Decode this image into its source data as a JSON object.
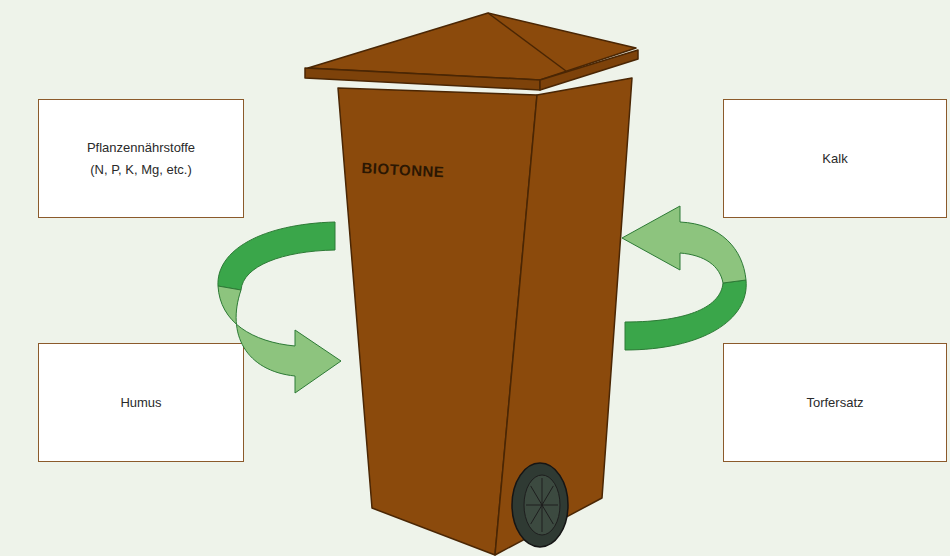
{
  "diagram": {
    "nodes": [
      {
        "text": [
          "Pflanzennährstoffe (N, P, K, Mg, etc.)"
        ]
      },
      {
        "text": [
          "BIOTONNE"
        ]
      },
      {
        "text": [
          "Kalk"
        ]
      },
      {
        "text": [
          "Humus"
        ]
      },
      {
        "text": [
          "Torfersatz"
        ]
      }
    ]
  }
}
